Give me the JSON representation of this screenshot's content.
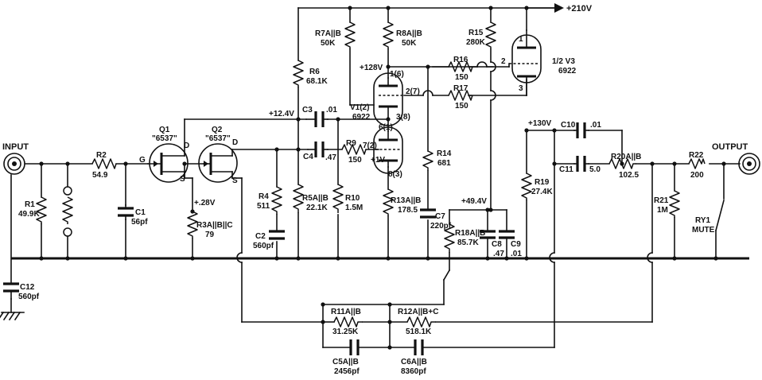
{
  "supply": "+210V",
  "io": {
    "input": "INPUT",
    "output": "OUTPUT"
  },
  "resistors": {
    "R1": {
      "ref": "R1",
      "value": "49.9K"
    },
    "R2": {
      "ref": "R2",
      "value": "54.9"
    },
    "R3": {
      "ref": "R3A||B||C",
      "value": "79"
    },
    "R4": {
      "ref": "R4",
      "value": "511"
    },
    "R5": {
      "ref": "R5A||B",
      "value": "22.1K"
    },
    "R6": {
      "ref": "R6",
      "value": "68.1K"
    },
    "R7": {
      "ref": "R7A||B",
      "value": "50K"
    },
    "R8": {
      "ref": "R8A||B",
      "value": "50K"
    },
    "R9": {
      "ref": "R9",
      "value": "150"
    },
    "R10": {
      "ref": "R10",
      "value": "1.5M"
    },
    "R11": {
      "ref": "R11A||B",
      "value": "31.25K"
    },
    "R12": {
      "ref": "R12A||B+C",
      "value": "518.1K"
    },
    "R13": {
      "ref": "R13A||B",
      "value": "178.5"
    },
    "R14": {
      "ref": "R14",
      "value": "681"
    },
    "R15": {
      "ref": "R15",
      "value": "280K"
    },
    "R16": {
      "ref": "R16",
      "value": "150"
    },
    "R17": {
      "ref": "R17",
      "value": "150"
    },
    "R18": {
      "ref": "R18A||B",
      "value": "85.7K"
    },
    "R19": {
      "ref": "R19",
      "value": "27.4K"
    },
    "R20": {
      "ref": "R20A||B",
      "value": "102.5"
    },
    "R21": {
      "ref": "R21",
      "value": "1M"
    },
    "R22": {
      "ref": "R22",
      "value": "200"
    }
  },
  "capacitors": {
    "C1": {
      "ref": "C1",
      "value": "56pf"
    },
    "C2": {
      "ref": "C2",
      "value": "560pf"
    },
    "C3": {
      "ref": "C3",
      "value": ".01"
    },
    "C4": {
      "ref": "C4",
      "value": ".47"
    },
    "C5": {
      "ref": "C5A||B",
      "value": "2456pf"
    },
    "C6": {
      "ref": "C6A||B",
      "value": "8360pf"
    },
    "C7": {
      "ref": "C7",
      "value": "220pf"
    },
    "C8": {
      "ref": "C8",
      "value": ".47"
    },
    "C9": {
      "ref": "C9",
      "value": ".01"
    },
    "C10": {
      "ref": "C10",
      "value": ".01"
    },
    "C11": {
      "ref": "C11",
      "value": "5.0"
    },
    "C12": {
      "ref": "C12",
      "value": "560pf"
    }
  },
  "transistors": {
    "Q1": {
      "ref": "Q1",
      "type": "\"6537\""
    },
    "Q2": {
      "ref": "Q2",
      "type": "\"6537\""
    },
    "pins": {
      "g": "G",
      "d": "D",
      "s": "S"
    }
  },
  "tubes": {
    "V1": {
      "ref": "V1(2)",
      "type": "6922"
    },
    "V3": {
      "ref": "1/2 V3",
      "type": "6922"
    }
  },
  "pins": {
    "v1_upper_cathode": "1(6)",
    "v1_upper_grid": "2(7)",
    "v1_upper_plate": "3(8)",
    "v1_lower_plate": "6(1)",
    "v1_lower_grid": "7(2)",
    "v1_lower_cathode": "8(3)",
    "v3_plate": "1",
    "v3_grid": "2",
    "v3_cathode": "3"
  },
  "voltages": {
    "v128": "+128V",
    "v12_4": "+12.4V",
    "v28": "+.28V",
    "v1": "+1V",
    "v49_4": "+49.4V",
    "v130": "+130V"
  },
  "relay": {
    "ref": "RY1",
    "label": "MUTE"
  }
}
